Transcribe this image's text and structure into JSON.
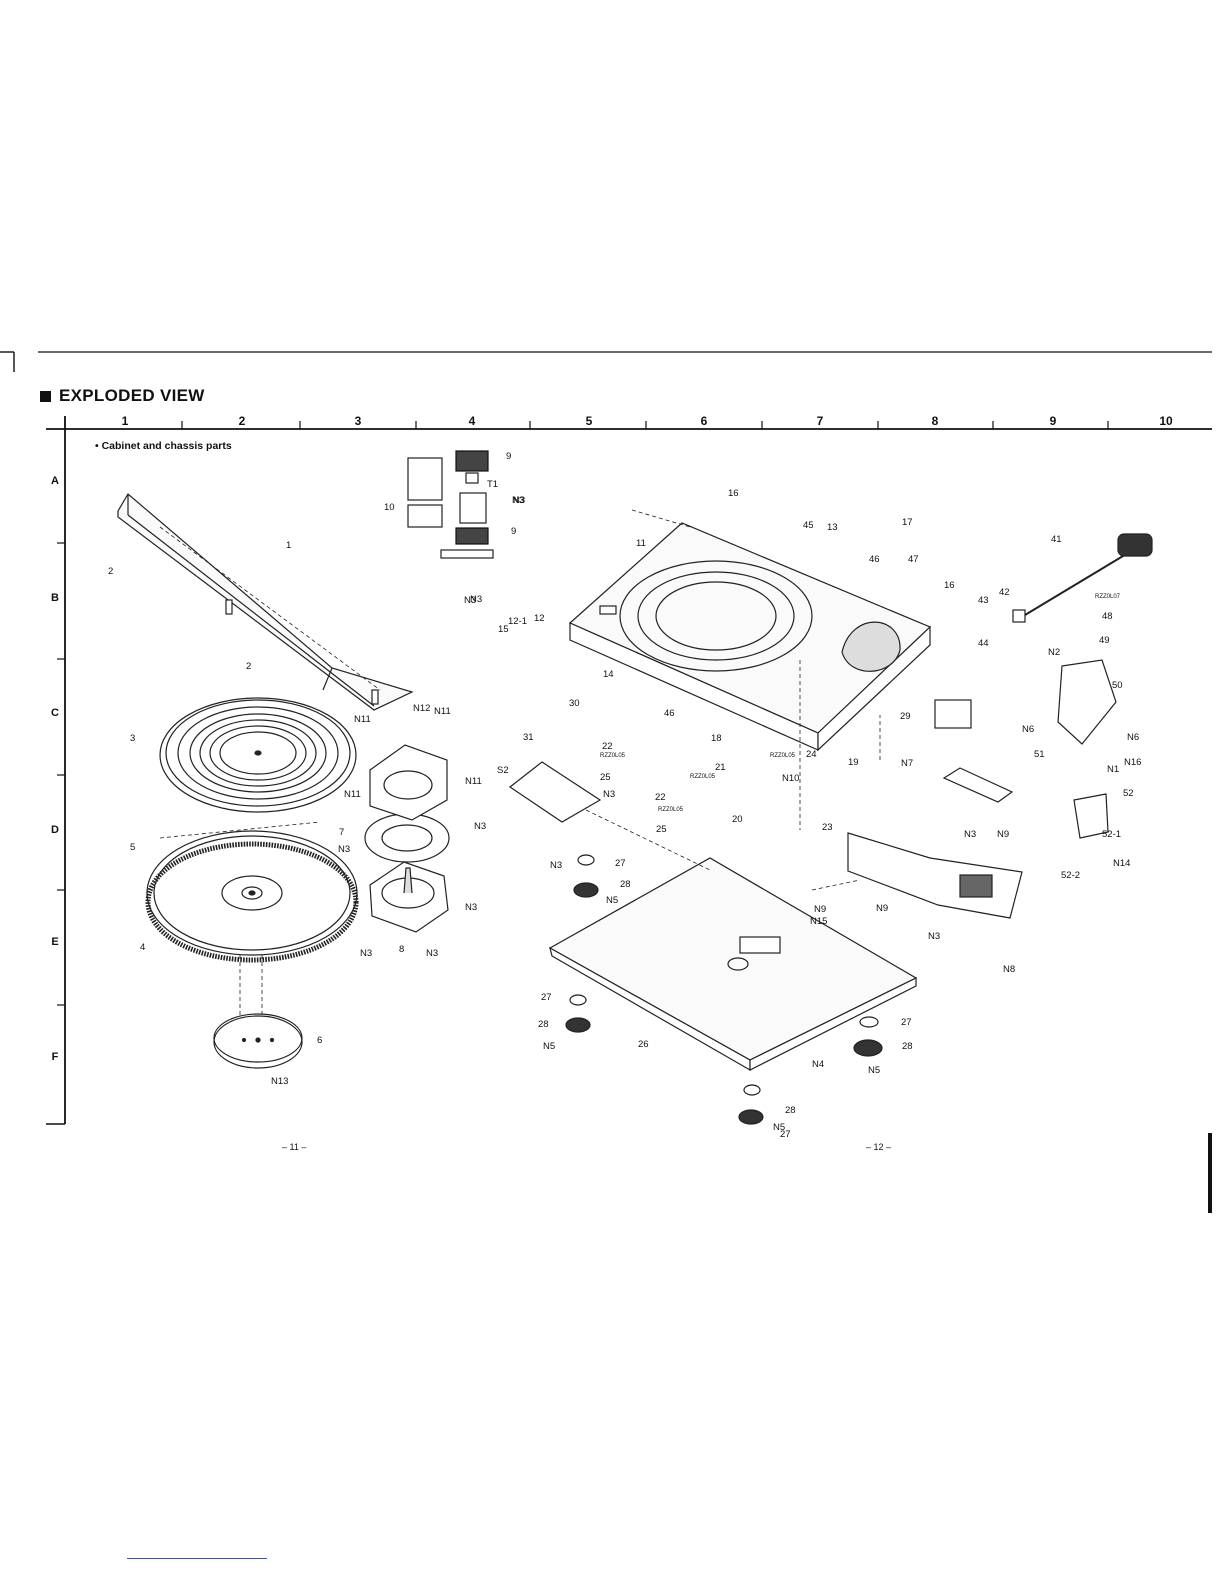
{
  "header": {
    "title": "EXPLODED VIEW",
    "subtitle": "• Cabinet and chassis parts"
  },
  "grid": {
    "columns": [
      "1",
      "2",
      "3",
      "4",
      "5",
      "6",
      "7",
      "8",
      "9",
      "10"
    ],
    "rows": [
      "A",
      "B",
      "C",
      "D",
      "E",
      "F"
    ]
  },
  "parts": [
    {
      "label": "1"
    },
    {
      "label": "2"
    },
    {
      "label": "2"
    },
    {
      "label": "3"
    },
    {
      "label": "4"
    },
    {
      "label": "5"
    },
    {
      "label": "6"
    },
    {
      "label": "7"
    },
    {
      "label": "8"
    },
    {
      "label": "9"
    },
    {
      "label": "9"
    },
    {
      "label": "10"
    },
    {
      "label": "T1"
    },
    {
      "label": "N3"
    },
    {
      "label": "N3"
    },
    {
      "label": "11"
    },
    {
      "label": "12"
    },
    {
      "label": "12-1"
    },
    {
      "label": "13"
    },
    {
      "label": "14"
    },
    {
      "label": "15"
    },
    {
      "label": "16"
    },
    {
      "label": "16"
    },
    {
      "label": "17"
    },
    {
      "label": "18"
    },
    {
      "label": "19"
    },
    {
      "label": "20"
    },
    {
      "label": "21"
    },
    {
      "label": "22"
    },
    {
      "label": "22"
    },
    {
      "label": "23"
    },
    {
      "label": "24"
    },
    {
      "label": "25"
    },
    {
      "label": "25"
    },
    {
      "label": "26"
    },
    {
      "label": "27"
    },
    {
      "label": "27"
    },
    {
      "label": "27"
    },
    {
      "label": "27"
    },
    {
      "label": "28"
    },
    {
      "label": "28"
    },
    {
      "label": "28"
    },
    {
      "label": "28"
    },
    {
      "label": "29"
    },
    {
      "label": "30"
    },
    {
      "label": "31"
    },
    {
      "label": "41"
    },
    {
      "label": "42"
    },
    {
      "label": "43"
    },
    {
      "label": "44"
    },
    {
      "label": "45"
    },
    {
      "label": "46"
    },
    {
      "label": "46"
    },
    {
      "label": "47"
    },
    {
      "label": "48"
    },
    {
      "label": "49"
    },
    {
      "label": "50"
    },
    {
      "label": "51"
    },
    {
      "label": "52"
    },
    {
      "label": "52-1"
    },
    {
      "label": "52-2"
    },
    {
      "label": "S2"
    },
    {
      "label": "N1"
    },
    {
      "label": "N2"
    },
    {
      "label": "N3"
    },
    {
      "label": "N3"
    },
    {
      "label": "N3"
    },
    {
      "label": "N3"
    },
    {
      "label": "N3"
    },
    {
      "label": "N3"
    },
    {
      "label": "N3"
    },
    {
      "label": "N3"
    },
    {
      "label": "N3"
    },
    {
      "label": "N3"
    },
    {
      "label": "N3"
    },
    {
      "label": "N4"
    },
    {
      "label": "N5"
    },
    {
      "label": "N5"
    },
    {
      "label": "N5"
    },
    {
      "label": "N5"
    },
    {
      "label": "N6"
    },
    {
      "label": "N6"
    },
    {
      "label": "N7"
    },
    {
      "label": "N8"
    },
    {
      "label": "N9"
    },
    {
      "label": "N9"
    },
    {
      "label": "N9"
    },
    {
      "label": "N10"
    },
    {
      "label": "N11"
    },
    {
      "label": "N11"
    },
    {
      "label": "N11"
    },
    {
      "label": "N11"
    },
    {
      "label": "N12"
    },
    {
      "label": "N13"
    },
    {
      "label": "N14"
    },
    {
      "label": "N15"
    },
    {
      "label": "N16"
    },
    {
      "label": "RZZ0L05"
    },
    {
      "label": "RZZ0L05"
    },
    {
      "label": "RZZ0L05"
    },
    {
      "label": "RZZ0L05"
    },
    {
      "label": "RZZ0L07"
    }
  ],
  "footer": {
    "page_left": "– 11 –",
    "page_right": "– 12 –"
  }
}
